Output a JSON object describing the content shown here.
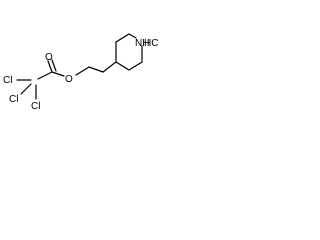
{
  "atoms": {
    "nh": "NH",
    "o_carbonyl": "O",
    "o_ester": "O",
    "cl_1": "Cl",
    "cl_2": "Cl",
    "cl_3": "Cl"
  },
  "salt": "HCl"
}
